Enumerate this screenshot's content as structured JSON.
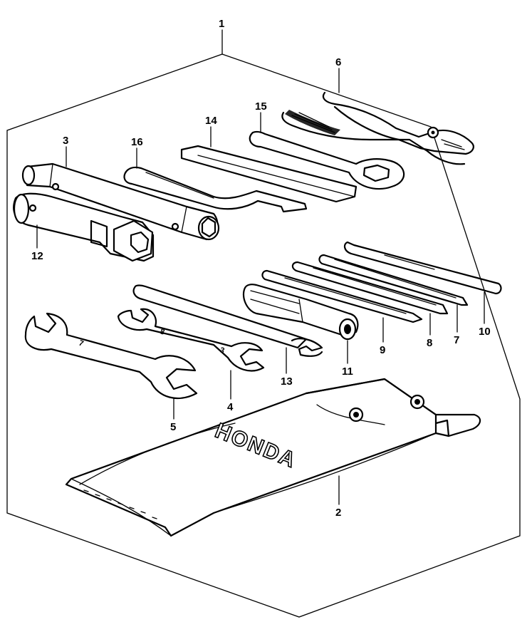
{
  "callouts": {
    "c1": "1",
    "c2": "2",
    "c3": "3",
    "c4": "4",
    "c5": "5",
    "c6": "6",
    "c7": "7",
    "c8": "8",
    "c9": "9",
    "c10": "10",
    "c11": "11",
    "c12": "12",
    "c13": "13",
    "c14": "14",
    "c15": "15",
    "c16": "16"
  },
  "pouch": {
    "brand": "HONDA"
  },
  "stamps": {
    "wrench_small_a": "8",
    "wrench_small_b": "3",
    "wrench_large": "7"
  },
  "colors": {
    "line": "#000000",
    "background": "#ffffff"
  }
}
